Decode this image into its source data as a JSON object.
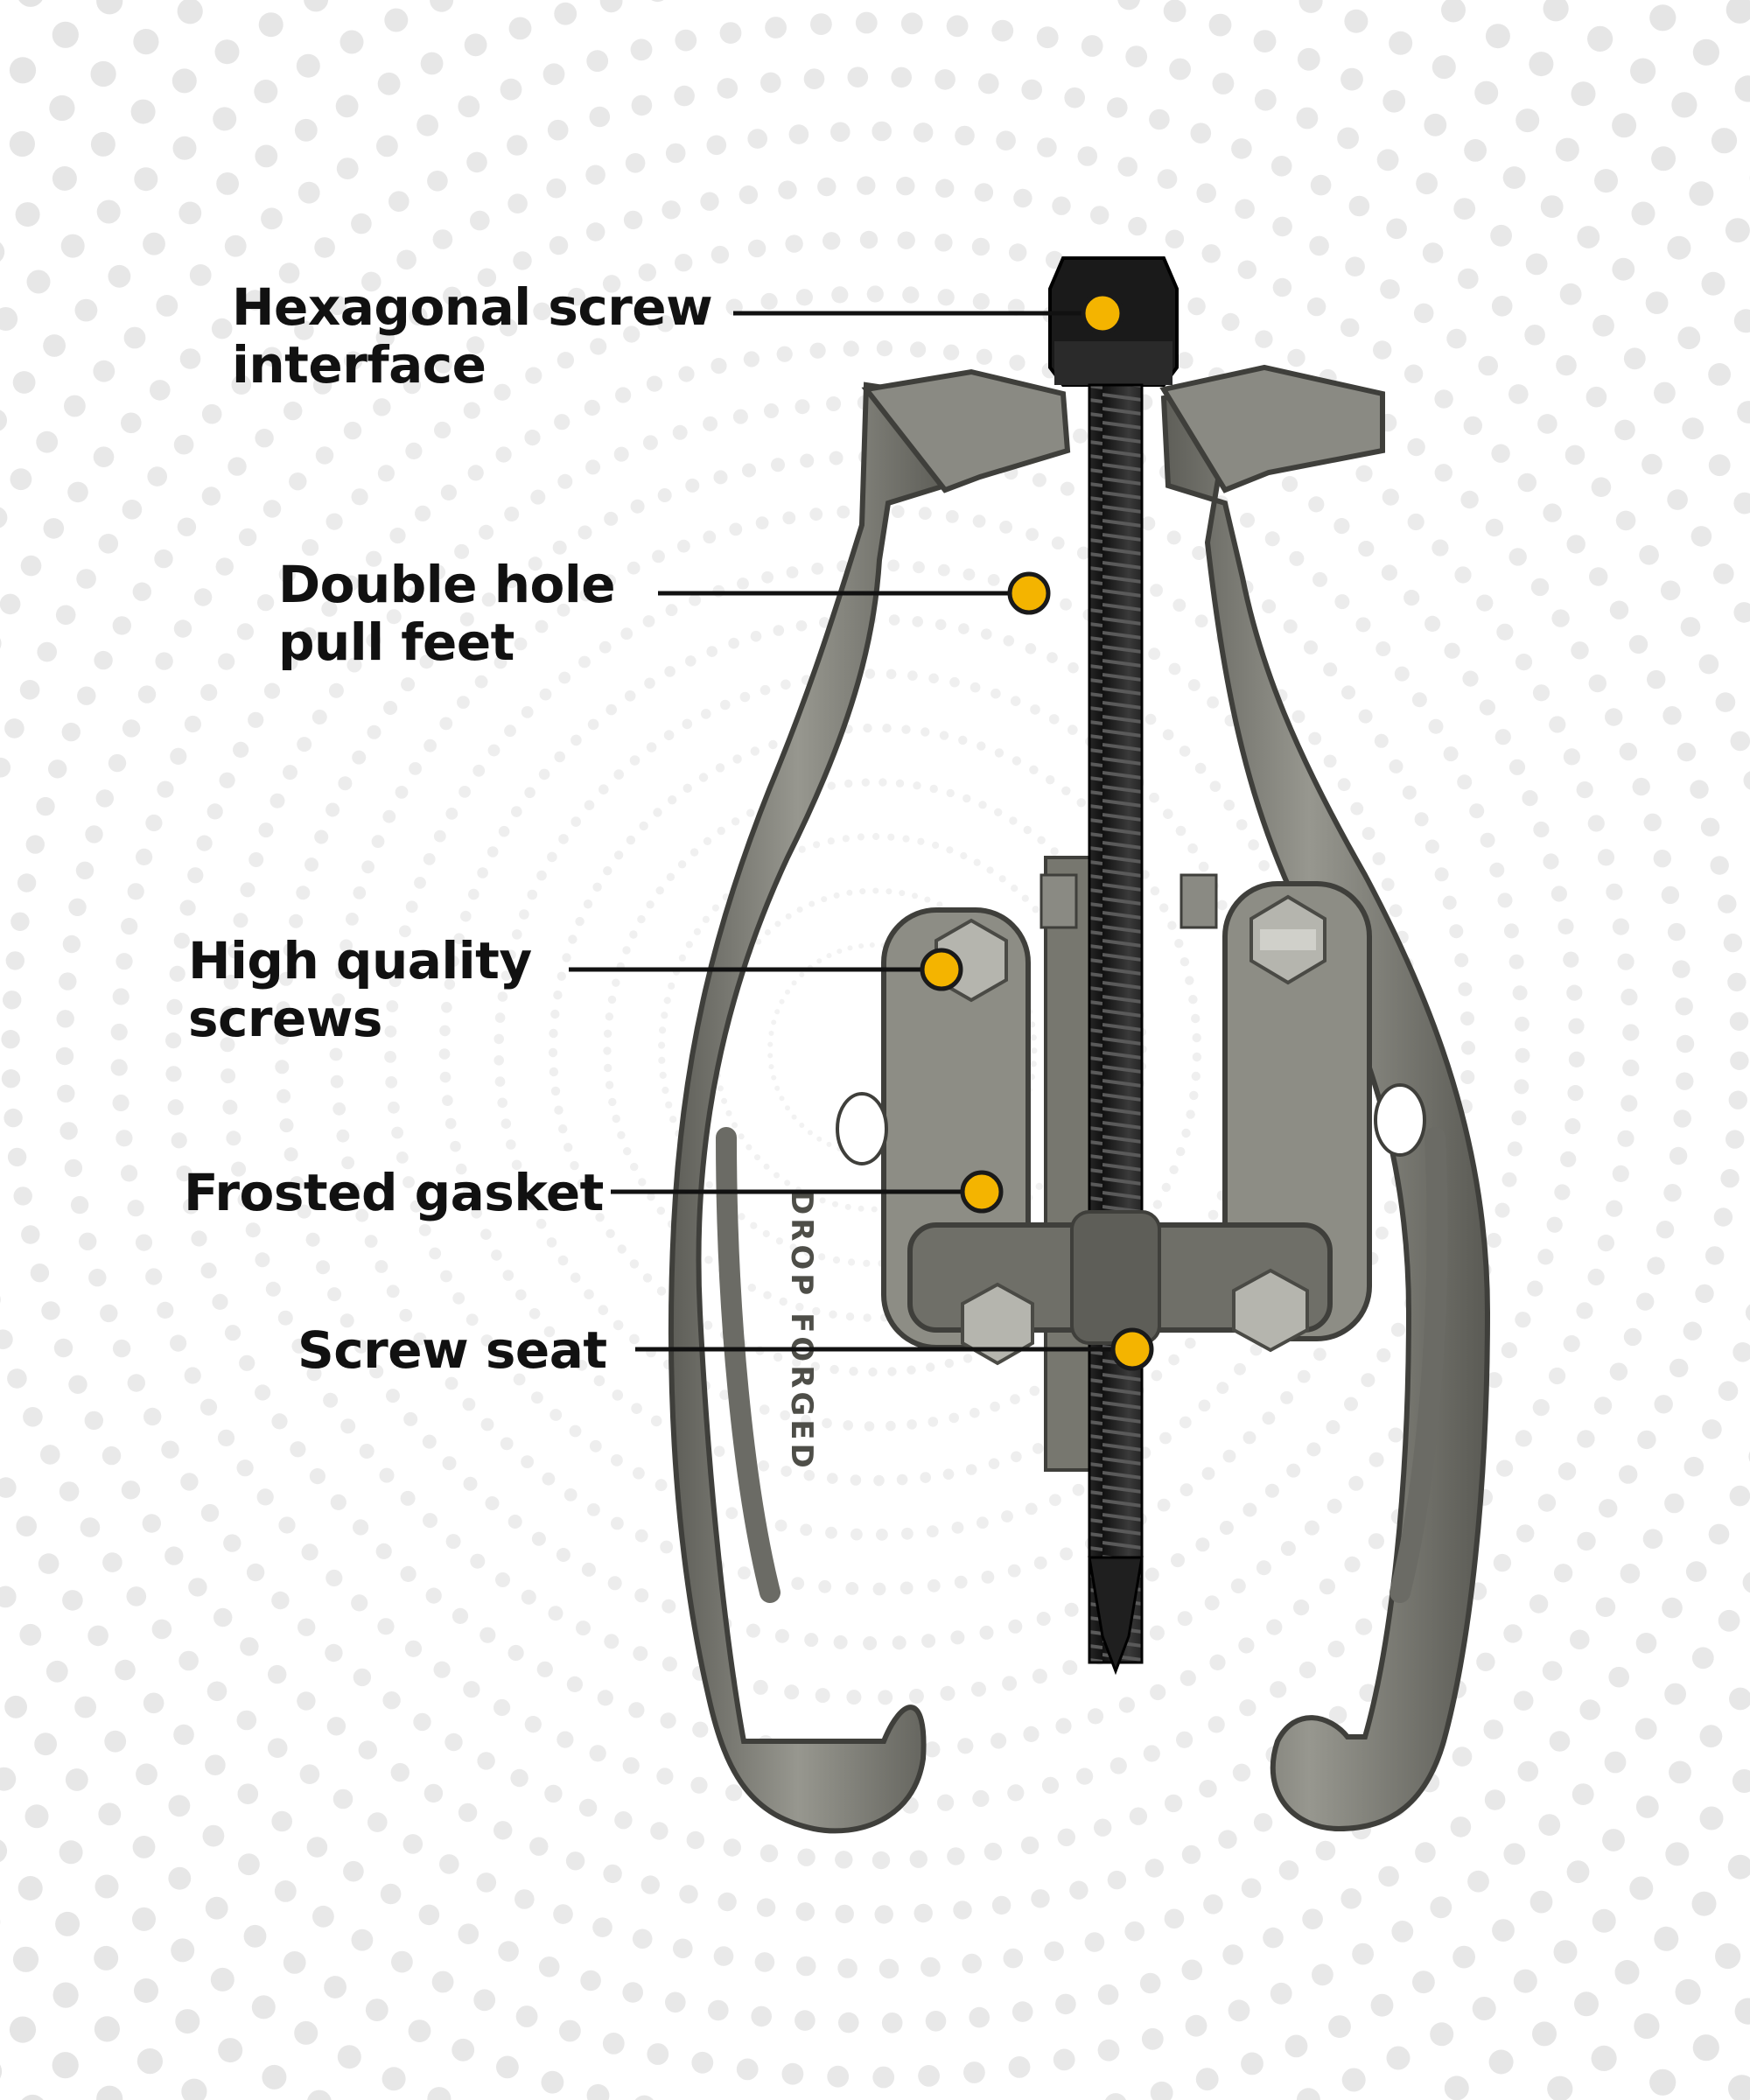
{
  "colors": {
    "marker": "#f4b400",
    "marker_stroke": "#1a1a1a",
    "line": "#111111",
    "dots": "#d9d9d9",
    "metal_light": "#8e8e89",
    "metal_dark": "#55554f",
    "screw": "#1c1c1c"
  },
  "callouts": [
    {
      "id": "hex",
      "lines": [
        "Hexagonal screw",
        "interface"
      ]
    },
    {
      "id": "feet",
      "lines": [
        "Double hole",
        "pull feet"
      ]
    },
    {
      "id": "screws",
      "lines": [
        "High quality",
        "screws"
      ]
    },
    {
      "id": "gasket",
      "lines": [
        "Frosted gasket"
      ]
    },
    {
      "id": "seat",
      "lines": [
        "Screw seat"
      ]
    }
  ],
  "product_markings": {
    "arm_text": "DROP FORGED"
  }
}
